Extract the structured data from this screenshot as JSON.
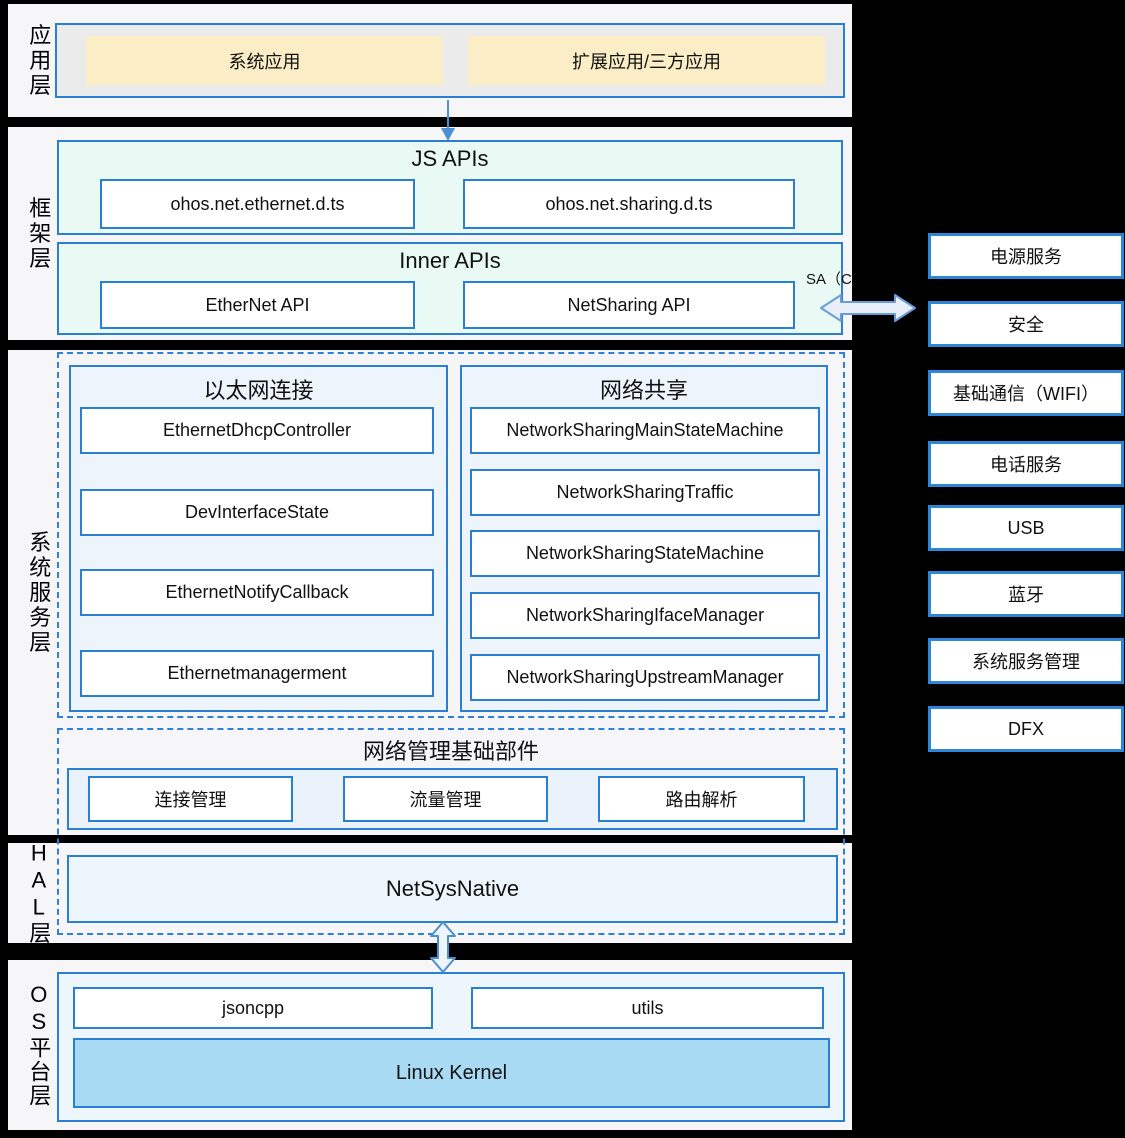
{
  "layers": {
    "app": {
      "label": "应用层",
      "boxes": [
        "系统应用",
        "扩展应用/三方应用"
      ]
    },
    "framework": {
      "label": "框架层",
      "js_apis": {
        "title": "JS APIs",
        "items": [
          "ohos.net.ethernet.d.ts",
          "ohos.net.sharing.d.ts"
        ]
      },
      "inner_apis": {
        "title": "Inner APIs",
        "items": [
          "EtherNet API",
          "NetSharing API"
        ]
      },
      "sa_label": "SA（C"
    },
    "system": {
      "label": "系统服务层",
      "ethernet": {
        "title": "以太网连接",
        "items": [
          "EthernetDhcpController",
          "DevInterfaceState",
          "EthernetNotifyCallback",
          "Ethernetmanagerment"
        ]
      },
      "sharing": {
        "title": "网络共享",
        "items": [
          "NetworkSharingMainStateMachine",
          "NetworkSharingTraffic",
          "NetworkSharingStateMachine",
          "NetworkSharingIfaceManager",
          "NetworkSharingUpstreamManager"
        ]
      },
      "netmgmt": {
        "title": "网络管理基础部件",
        "items": [
          "连接管理",
          "流量管理",
          "路由解析"
        ]
      }
    },
    "hal": {
      "label": "HAL层",
      "box": "NetSysNative"
    },
    "os": {
      "label": "OS平台层",
      "libs": [
        "jsoncpp",
        "utils"
      ],
      "kernel": "Linux Kernel"
    }
  },
  "sa_services": [
    "电源服务",
    "安全",
    "基础通信（WIFI）",
    "电话服务",
    "USB",
    "蓝牙",
    "系统服务管理",
    "DFX"
  ],
  "colors": {
    "border_blue": "#2a7fd2",
    "dashed_blue": "#2e80d9",
    "yellow_box": "#fbeec6",
    "mint_box": "#e9faf4",
    "lightblue_box": "#eaf3fc",
    "pale_box": "#eef6fd",
    "kernel_blue": "#a9daf3",
    "band_bg": "#f6f6f8",
    "app_inner_gray": "#ebebec",
    "background": "#000000"
  }
}
